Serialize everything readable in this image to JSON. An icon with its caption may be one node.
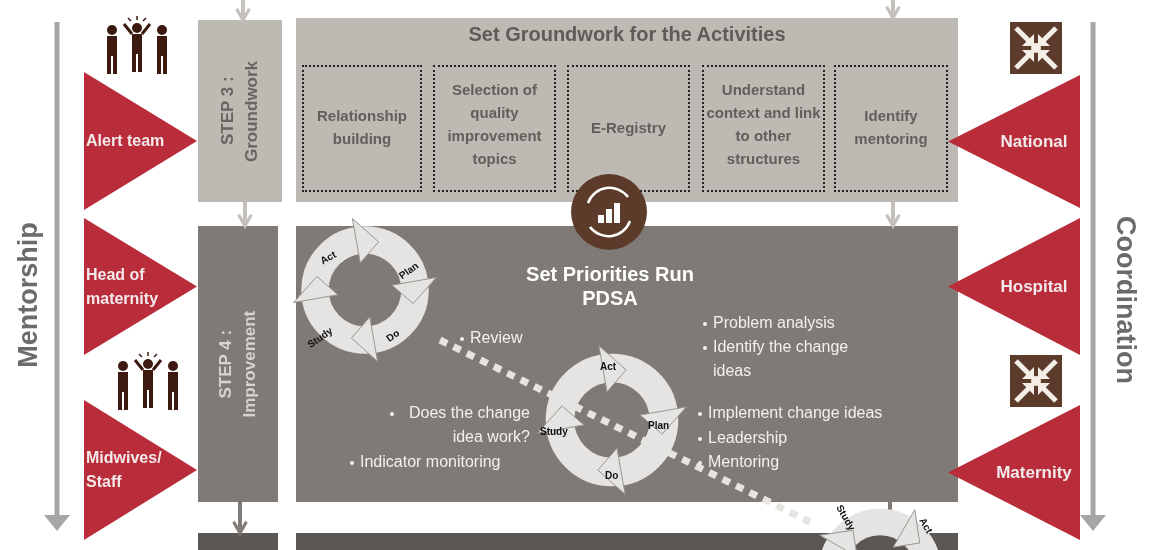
{
  "diagram": {
    "nodes": [
      {
        "text": [
          "Alert team"
        ]
      },
      {
        "text": [
          "STEP 3 : Groundwork"
        ]
      },
      {
        "text": [
          "Set Groundwork for the Activities"
        ]
      },
      {
        "text": [
          "Relationship building"
        ],
        "in": 2
      },
      {
        "text": [
          "Selection of quality improvement topics"
        ],
        "in": 2
      },
      {
        "text": [
          "E-Registry"
        ],
        "in": 2
      },
      {
        "text": [
          "Understand context and link to other structures"
        ],
        "in": 2
      },
      {
        "text": [
          "Identify mentoring"
        ],
        "in": 2
      },
      {
        "text": [
          "National"
        ]
      },
      {
        "text": [
          "Head of maternity"
        ]
      },
      {
        "text": [
          "STEP 4 : Improvement"
        ]
      },
      {
        "text": [
          "Set Priorities Run PDSA"
        ]
      },
      {
        "text": [
          "Hospital"
        ]
      },
      {
        "text": [
          "Midwives/ Staff"
        ]
      },
      {
        "text": [
          "Maternity"
        ]
      },
      {
        "text": [],
        "shape": "box"
      },
      {
        "text": [],
        "shape": "box"
      }
    ],
    "edges": [
      {
        "from": null,
        "to": 1,
        "arrow": "to"
      },
      {
        "from": null,
        "to": 2,
        "arrow": "to"
      },
      {
        "from": 1,
        "to": 10,
        "arrow": "to"
      },
      {
        "from": 2,
        "to": 11,
        "arrow": "to"
      },
      {
        "from": 10,
        "to": 15,
        "arrow": "to",
        "color": "#7f7a75"
      },
      {
        "from": 11,
        "to": 16,
        "arrow": "to",
        "color": "#7f7a75"
      }
    ],
    "labels": [
      "Mentorship",
      "Coordination",
      "Act",
      "Plan",
      "Study",
      "Do",
      "Review",
      "Problem analysis",
      "Identify the change ideas",
      "Act",
      "Plan",
      "Study",
      "Does the change idea work?",
      "Implement change ideas",
      "Leadership",
      "Indicator monitoring",
      "Mentoring",
      "Do",
      "Study",
      "Act"
    ]
  }
}
